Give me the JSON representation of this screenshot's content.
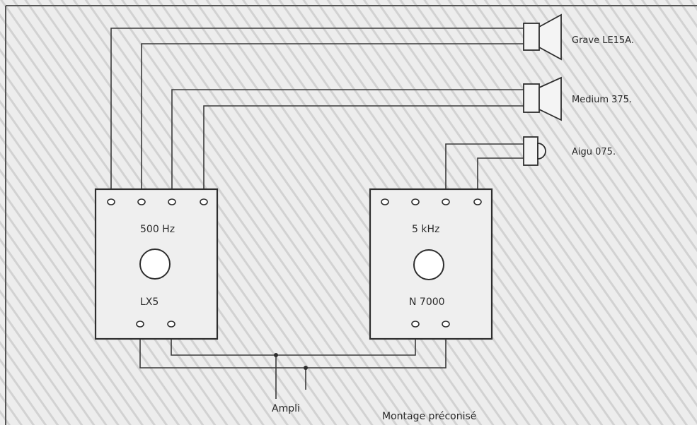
{
  "filters": [
    {
      "frequency": "500 Hz",
      "model": "LX5"
    },
    {
      "frequency": "5 kHz",
      "model": "N 7000"
    }
  ],
  "speakers": [
    {
      "label": "Grave  LE15A."
    },
    {
      "label": "Medium  375."
    },
    {
      "label": "Aigu  075."
    }
  ],
  "amplifier_label": "Ampli",
  "caption": "Montage préconisé"
}
